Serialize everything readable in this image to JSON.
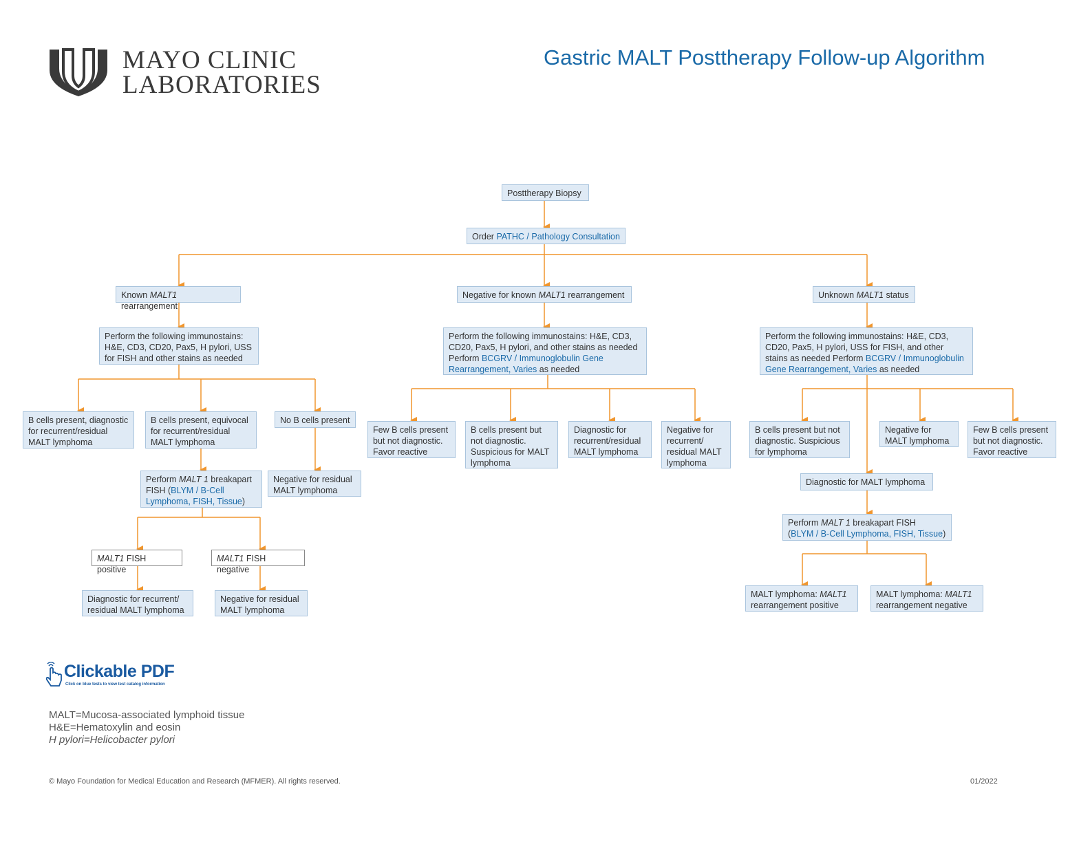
{
  "header": {
    "logo_line1": "MAYO CLINIC",
    "logo_line2": "LABORATORIES",
    "title": "Gastric MALT Posttherapy Follow-up Algorithm"
  },
  "colors": {
    "connector": "#f0962e",
    "box_fill": "#dfeaf5",
    "link": "#1a6aa8"
  },
  "nodes": {
    "posttherapy_biopsy": "Posttherapy Biopsy",
    "order": {
      "prefix": "Order ",
      "link": "PATHC / Pathology Consultation"
    },
    "known": {
      "pre": "Known ",
      "em": "MALT1",
      "post": " rearrangement"
    },
    "negative_known": {
      "pre": "Negative for known ",
      "em": "MALT1",
      "post": " rearrangement"
    },
    "unknown": {
      "pre": "Unknown ",
      "em": "MALT1",
      "post": " status"
    },
    "left_immuno": "Perform the following immunostains: H&E, CD3, CD20, Pax5, H pylori, USS for FISH and other stains as needed",
    "mid_immuno": {
      "text": "Perform the following immunostains: H&E, CD3, CD20, Pax5, H pylori, and other stains as needed Perform ",
      "link": "BCGRV / Immunoglobulin Gene Rearrangement, Varies",
      "post": " as needed"
    },
    "right_immuno": {
      "text": "Perform the following immunostains: H&E, CD3, CD20, Pax5, H pylori, USS for FISH, and other stains as needed Perform ",
      "link": "BCGRV / Immunoglobulin Gene Rearrangement, Varies",
      "post": " as needed"
    },
    "l_diag": "B cells present, diagnostic for recurrent/residual MALT lymphoma",
    "l_equiv": "B cells present, equivocal for recurrent/residual MALT lymphoma",
    "l_nob": "No B cells present",
    "l_fish": {
      "pre": "Perform ",
      "em": "MALT 1",
      "mid": " breakapart FISH (",
      "link": "BLYM / B-Cell Lymphoma, FISH, Tissue",
      "post": ")"
    },
    "l_neg_resid": "Negative for residual MALT lymphoma",
    "l_fish_pos": {
      "em": "MALT1",
      "post": " FISH positive"
    },
    "l_fish_neg": {
      "em": "MALT1",
      "post": " FISH negative"
    },
    "l_diag_recur": "Diagnostic for recurrent/ residual MALT lymphoma",
    "l_neg_resid2": "Negative for residual MALT lymphoma",
    "m_few": "Few B cells present but not diagnostic. Favor reactive",
    "m_susp": "B cells present but not diagnostic. Suspicious for MALT lymphoma",
    "m_diag": "Diagnostic for recurrent/residual MALT lymphoma",
    "m_neg": "Negative for recurrent/ residual MALT lymphoma",
    "r_susp": "B cells present but not diagnostic. Suspicious for lymphoma",
    "r_neg": "Negative for MALT lymphoma",
    "r_few": "Few B cells present but not diagnostic. Favor reactive",
    "r_diag": "Diagnostic for MALT lymphoma",
    "r_fish": {
      "pre": "Perform ",
      "em": "MALT 1",
      "mid": " breakapart FISH",
      "link": "BLYM / B-Cell Lymphoma, FISH, Tissue"
    },
    "r_pos": {
      "pre": "MALT lymphoma: ",
      "em": "MALT1",
      "post": " rearrangement positive"
    },
    "r_negr": {
      "pre": "MALT lymphoma: ",
      "em": "MALT1",
      "post": " rearrangement negative"
    }
  },
  "clickable_pdf": {
    "title": "Clickable PDF",
    "subtitle": "Click on blue tests to view test catalog information"
  },
  "abbreviations": [
    "MALT=Mucosa-associated lymphoid tissue",
    "H&E=Hematoxylin and eosin",
    "H pylori=Helicobacter pylori"
  ],
  "footer": {
    "copyright": "© Mayo Foundation for Medical Education and Research (MFMER). All rights reserved.",
    "date": "01/2022"
  }
}
